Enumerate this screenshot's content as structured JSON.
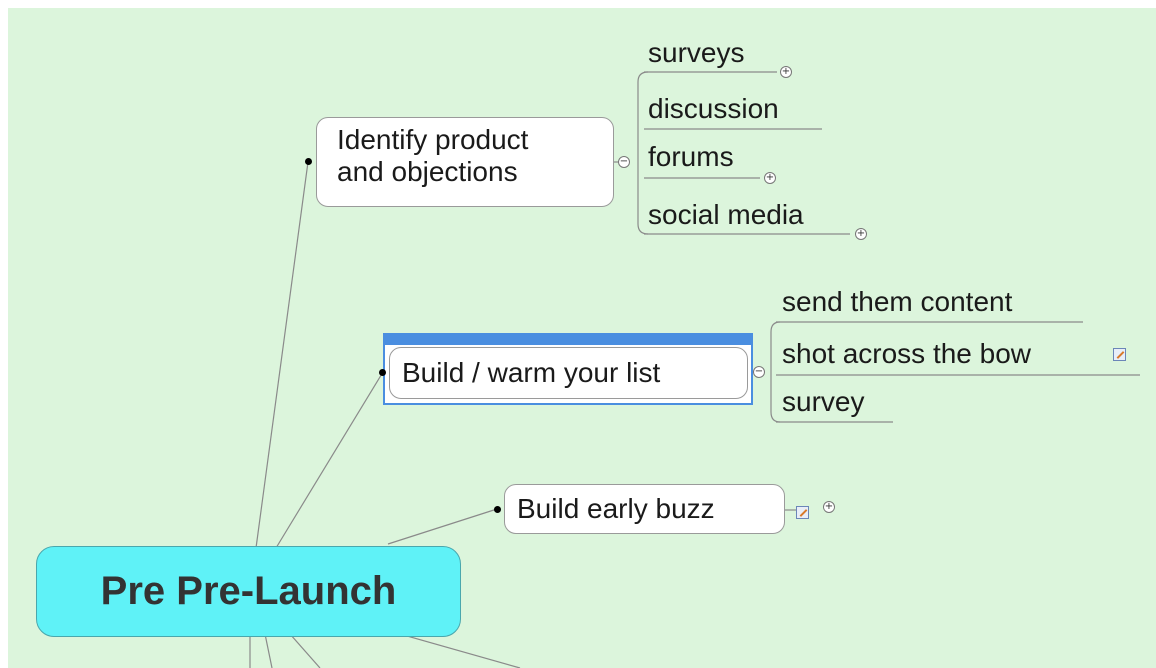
{
  "colors": {
    "canvas": "#dcf5dc",
    "central_topic_fill": "#5ff2f7",
    "selection_highlight": "#4a8ee0",
    "connector": "#8a8a8a"
  },
  "central_topic": {
    "label": "Pre Pre-Launch"
  },
  "topics": {
    "identify": {
      "line1": "Identify product",
      "line2": "and objections",
      "collapse_symbol": "−",
      "subtopics": [
        {
          "label": "surveys",
          "expand_symbol": "+"
        },
        {
          "label": "discussion"
        },
        {
          "label": "forums",
          "expand_symbol": "+"
        },
        {
          "label": "social media",
          "expand_symbol": "+"
        }
      ]
    },
    "warm_list": {
      "label": "Build / warm your list",
      "selected": true,
      "collapse_symbol": "−",
      "subtopics": [
        {
          "label": "send them content"
        },
        {
          "label": "shot across the bow",
          "note_icon": "notes-icon"
        },
        {
          "label": "survey"
        }
      ]
    },
    "buzz": {
      "label": "Build early buzz",
      "note_icon": "notes-icon",
      "expand_symbol": "+"
    }
  }
}
